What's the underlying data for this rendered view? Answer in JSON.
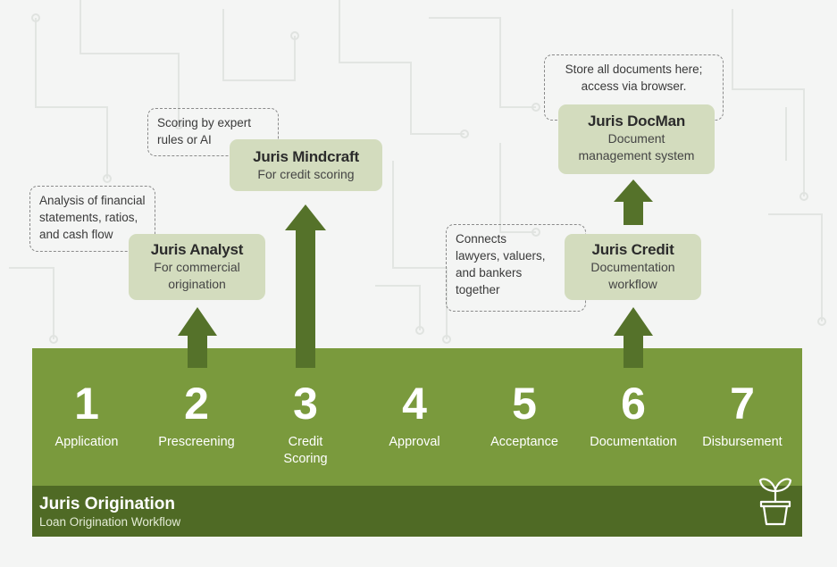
{
  "tools": [
    {
      "title": "Juris Analyst",
      "subtitle_lines": [
        "For commercial",
        "origination"
      ]
    },
    {
      "title": "Juris Mindcraft",
      "subtitle_lines": [
        "For credit scoring"
      ]
    },
    {
      "title": "Juris Credit",
      "subtitle_lines": [
        "Documentation",
        "workflow"
      ]
    },
    {
      "title": "Juris DocMan",
      "subtitle_lines": [
        "Document",
        "management system"
      ]
    }
  ],
  "notes": [
    {
      "lines": [
        "Analysis of financial",
        "statements, ratios,",
        "and cash flow"
      ]
    },
    {
      "lines": [
        "Scoring by expert",
        "rules or AI"
      ]
    },
    {
      "lines": [
        "Connects",
        "lawyers, valuers,",
        "and bankers",
        "together"
      ]
    },
    {
      "lines": [
        "Store all documents here;",
        "access via browser."
      ]
    }
  ],
  "steps": [
    {
      "number": "1",
      "label_lines": [
        "Application"
      ]
    },
    {
      "number": "2",
      "label_lines": [
        "Prescreening"
      ]
    },
    {
      "number": "3",
      "label_lines": [
        "Credit",
        "Scoring"
      ]
    },
    {
      "number": "4",
      "label_lines": [
        "Approval"
      ]
    },
    {
      "number": "5",
      "label_lines": [
        "Acceptance"
      ]
    },
    {
      "number": "6",
      "label_lines": [
        "Documentation"
      ]
    },
    {
      "number": "7",
      "label_lines": [
        "Disbursement"
      ]
    }
  ],
  "footer": {
    "title": "Juris Origination",
    "subtitle": "Loan Origination Workflow"
  },
  "icons": {
    "footer": "plant-pot-icon"
  },
  "colors": {
    "band": "#7a9a3d",
    "footer": "#4f6a25",
    "arrow": "#55722a",
    "box": "#d3dcbe",
    "background": "#f4f5f4"
  }
}
